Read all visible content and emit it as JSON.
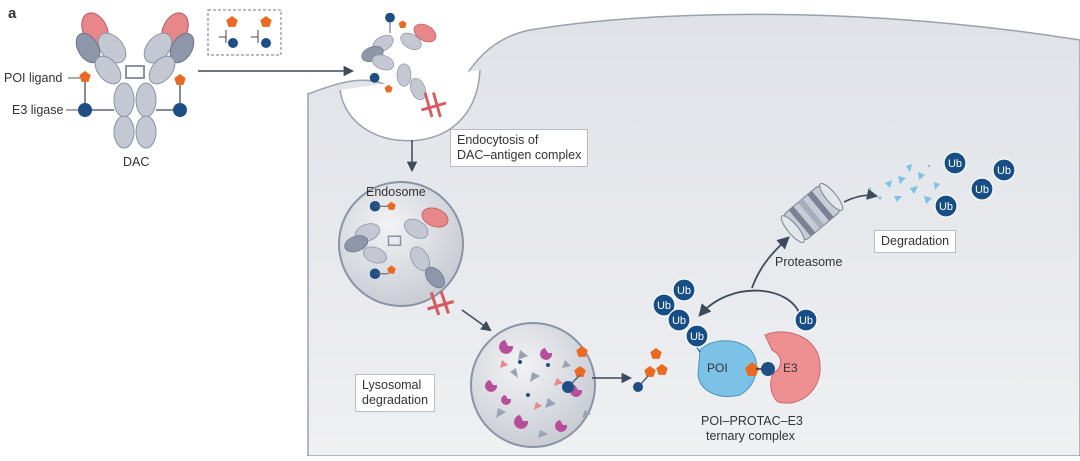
{
  "panel_label": "a",
  "labels": {
    "poi_ligand": "POI ligand",
    "e3_ligase": "E3 ligase",
    "dac": "DAC",
    "endocytosis_line1": "Endocytosis of",
    "endocytosis_line2": "DAC–antigen complex",
    "endosome": "Endosome",
    "lysosomal_line1": "Lysosomal",
    "lysosomal_line2": "degradation",
    "proteasome": "Proteasome",
    "degradation": "Degradation",
    "poi": "POI",
    "e3": "E3",
    "ternary_line1": "POI–PROTAC–E3",
    "ternary_line2": "ternary complex",
    "ub": "Ub"
  },
  "colors": {
    "antibody_body": "#c3c8d3",
    "antibody_edge": "#8a93a6",
    "antibody_tip": "#e8878a",
    "ligand": "#ea6a23",
    "ligase": "#1d4e84",
    "ub": "#184e86",
    "cell": "#e6e8ec",
    "poi": "#7cc1e6",
    "e3": "#ee8f92",
    "lysosome_pink": "#b74e9a"
  },
  "icons": {
    "ubiquitin": "ub-circle",
    "proteasome": "proteasome-cylinder",
    "arrow": "arrow-icon"
  }
}
